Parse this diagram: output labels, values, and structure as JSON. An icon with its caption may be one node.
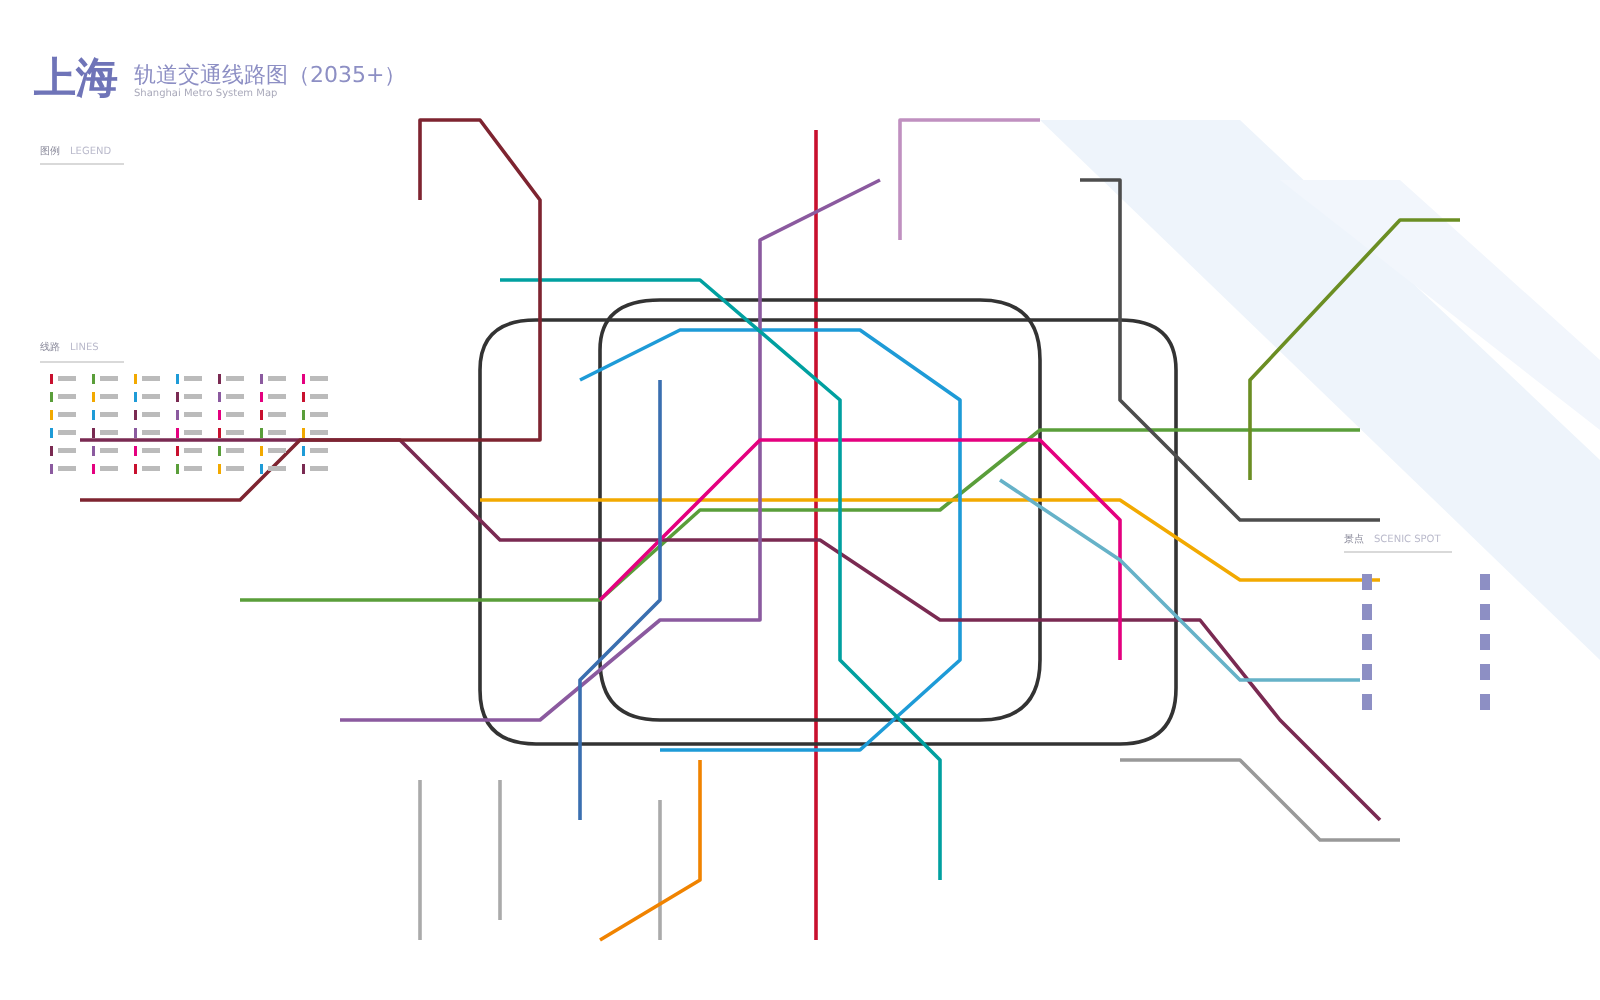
{
  "diagram": {
    "title": "上海",
    "labels": [
      "轨道交通线路图（2035+）",
      "Shanghai Metro System Map",
      "图例",
      "LEGEND",
      "线路",
      "LINES",
      "景点",
      "SCENIC SPOT"
    ]
  }
}
